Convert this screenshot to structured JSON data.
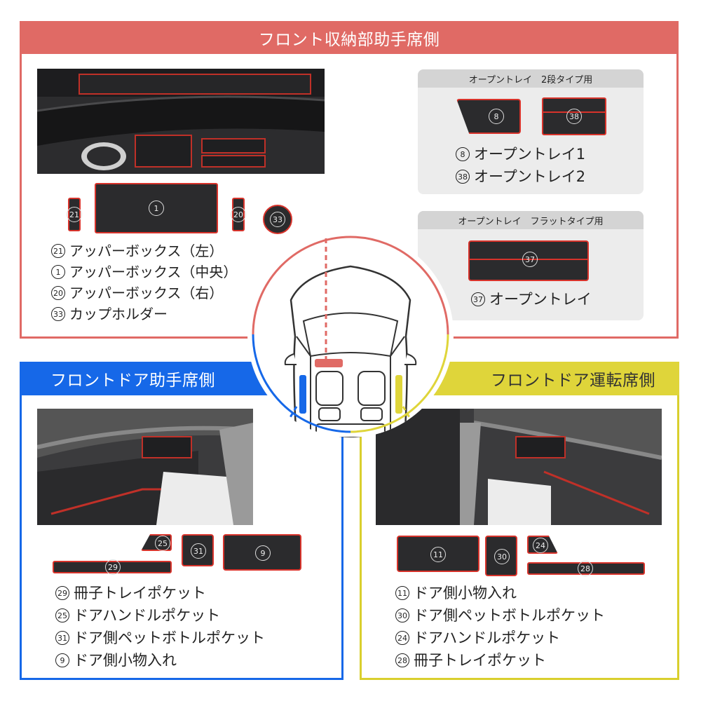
{
  "sections": {
    "top": {
      "title": "フロント収納部助手席側",
      "items": [
        {
          "num": "21",
          "label": "アッパーボックス（左）"
        },
        {
          "num": "1",
          "label": "アッパーボックス（中央）"
        },
        {
          "num": "20",
          "label": "アッパーボックス（右）"
        },
        {
          "num": "33",
          "label": "カップホルダー"
        }
      ],
      "part_nums": [
        "21",
        "1",
        "20",
        "33"
      ],
      "subbox1": {
        "title": "オープントレイ　2段タイプ用",
        "part_nums": [
          "8",
          "38"
        ],
        "items": [
          {
            "num": "8",
            "label": "オープントレイ1"
          },
          {
            "num": "38",
            "label": "オープントレイ2"
          }
        ]
      },
      "subbox2": {
        "title": "オープントレイ　フラットタイプ用",
        "part_nums": [
          "37"
        ],
        "items": [
          {
            "num": "37",
            "label": "オープントレイ"
          }
        ]
      }
    },
    "left": {
      "title": "フロントドア助手席側",
      "part_nums": [
        "25",
        "31",
        "9",
        "29"
      ],
      "items": [
        {
          "num": "29",
          "label": "冊子トレイポケット"
        },
        {
          "num": "25",
          "label": "ドアハンドルポケット"
        },
        {
          "num": "31",
          "label": "ドア側ペットボトルポケット"
        },
        {
          "num": "9",
          "label": "ドア側小物入れ"
        }
      ]
    },
    "right": {
      "title": "フロントドア運転席側",
      "part_nums": [
        "11",
        "30",
        "24",
        "28"
      ],
      "items": [
        {
          "num": "11",
          "label": "ドア側小物入れ"
        },
        {
          "num": "30",
          "label": "ドア側ペットボトルポケット"
        },
        {
          "num": "24",
          "label": "ドアハンドルポケット"
        },
        {
          "num": "28",
          "label": "冊子トレイポケット"
        }
      ]
    }
  },
  "colors": {
    "red": "#e06a65",
    "blue": "#1668e8",
    "yellow": "#dfd53a",
    "mat": "#2b2b2d",
    "mat_edge": "#d8332b"
  }
}
